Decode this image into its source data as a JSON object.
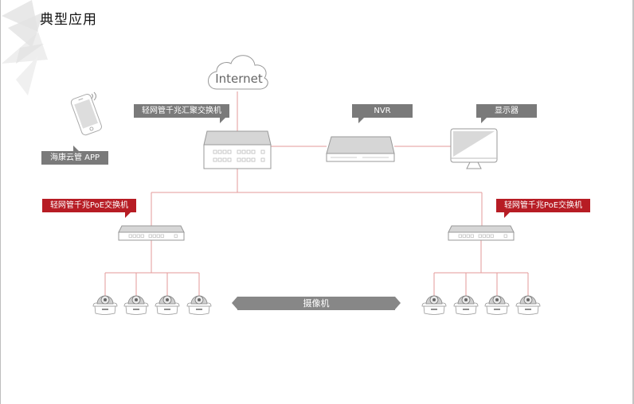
{
  "page": {
    "title": "典型应用"
  },
  "diagram": {
    "cloud": {
      "label": "Internet",
      "icon": "cloud-icon"
    },
    "app": {
      "label": "海康云管 APP",
      "icon": "smartphone-icon"
    },
    "aggregation_switch": {
      "label": "轻网管千兆汇聚交换机",
      "icon": "aggregation-switch-icon"
    },
    "nvr": {
      "label": "NVR",
      "icon": "nvr-icon"
    },
    "display": {
      "label": "显示器",
      "icon": "monitor-icon"
    },
    "poe_switch_left": {
      "label": "轻网管千兆PoE交换机",
      "icon": "poe-switch-icon"
    },
    "poe_switch_right": {
      "label": "轻网管千兆PoE交换机",
      "icon": "poe-switch-icon"
    },
    "cameras": {
      "label": "摄像机",
      "left_count": 4,
      "right_count": 4,
      "icon": "dome-camera-icon"
    },
    "colors": {
      "link": "#e39a9a",
      "label_gray": "#7a7a7a",
      "label_red": "#b71c24"
    }
  }
}
